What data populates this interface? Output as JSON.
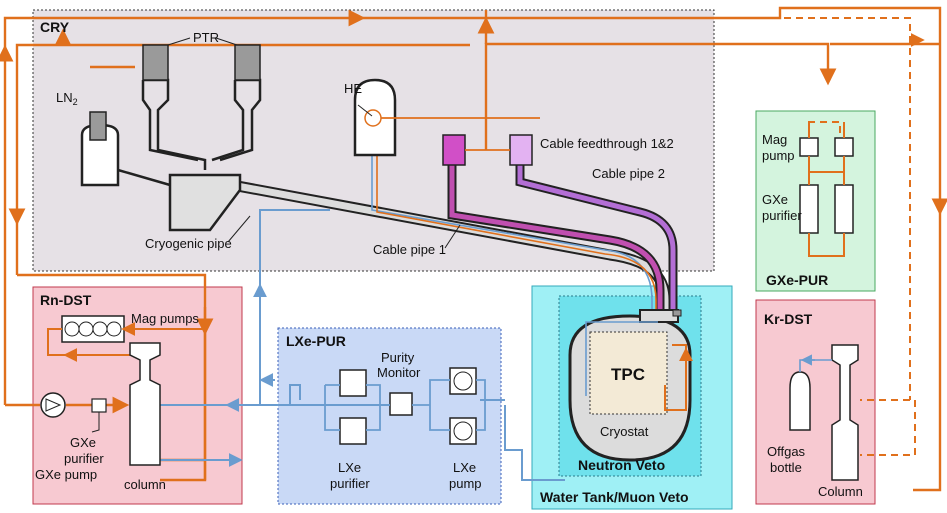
{
  "colors": {
    "orange": "#e0701c",
    "blue": "#6a9ccf",
    "cry_bg": "#e6e1e6",
    "rn_bg": "#f7c9d1",
    "lxe_bg": "#c9d9f6",
    "gxe_bg": "#d4f4de",
    "kr_bg": "#f7c9d1",
    "water_bg": "#9ff0f5",
    "cf1": "#d14fc7",
    "cf2": "#e3b2f2"
  },
  "sections": {
    "cry": "CRY",
    "rn_dst": "Rn-DST",
    "lxe_pur": "LXe-PUR",
    "gxe_pur": "GXe-PUR",
    "kr_dst": "Kr-DST",
    "water_tank": "Water Tank/Muon Veto",
    "neutron_veto": "Neutron Veto"
  },
  "labels": {
    "ptr": "PTR",
    "ln2_main": "LN",
    "ln2_sub": "2",
    "he": "HE",
    "cable_feedthrough": "Cable feedthrough 1&2",
    "cable_pipe_2": "Cable pipe 2",
    "cable_pipe_1": "Cable pipe 1",
    "cryogenic_pipe": "Cryogenic pipe",
    "mag_pumps": "Mag pumps",
    "gxe_pump": "GXe pump",
    "gxe_purifier_l1": "GXe",
    "gxe_purifier_l2": "purifier",
    "column": "column",
    "purity_monitor_l1": "Purity",
    "purity_monitor_l2": "Monitor",
    "lxe_purifier_l1": "LXe",
    "lxe_purifier_l2": "purifier",
    "lxe_pump_l1": "LXe",
    "lxe_pump_l2": "pump",
    "tpc": "TPC",
    "cryostat": "Cryostat",
    "mag_pump_l1": "Mag",
    "mag_pump_l2": "pump",
    "gxe_pur_purifier_l1": "GXe",
    "gxe_pur_purifier_l2": "purifier",
    "offgas_l1": "Offgas",
    "offgas_l2": "bottle",
    "kr_column": "Column"
  }
}
